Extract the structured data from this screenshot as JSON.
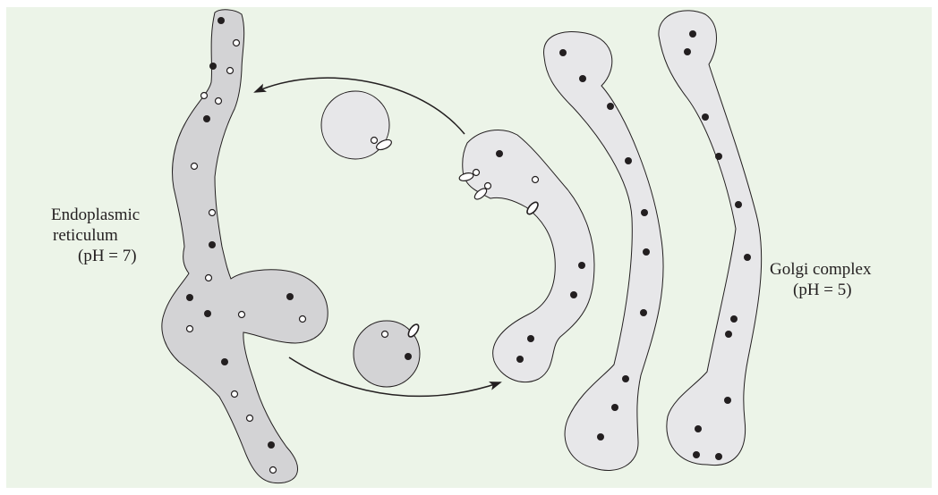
{
  "colors": {
    "panel_background": "#ecf4e8",
    "er_fill": "#d3d3d5",
    "golgi_fill": "#e7e7e9",
    "outline": "#231f20",
    "cargo_dot": "#231f20"
  },
  "labels": {
    "er_line1": "Endoplasmic",
    "er_line2": "reticulum",
    "er_line3": "(pH = 7)",
    "golgi_line1": "Golgi complex",
    "golgi_line2": "(pH = 5)"
  }
}
